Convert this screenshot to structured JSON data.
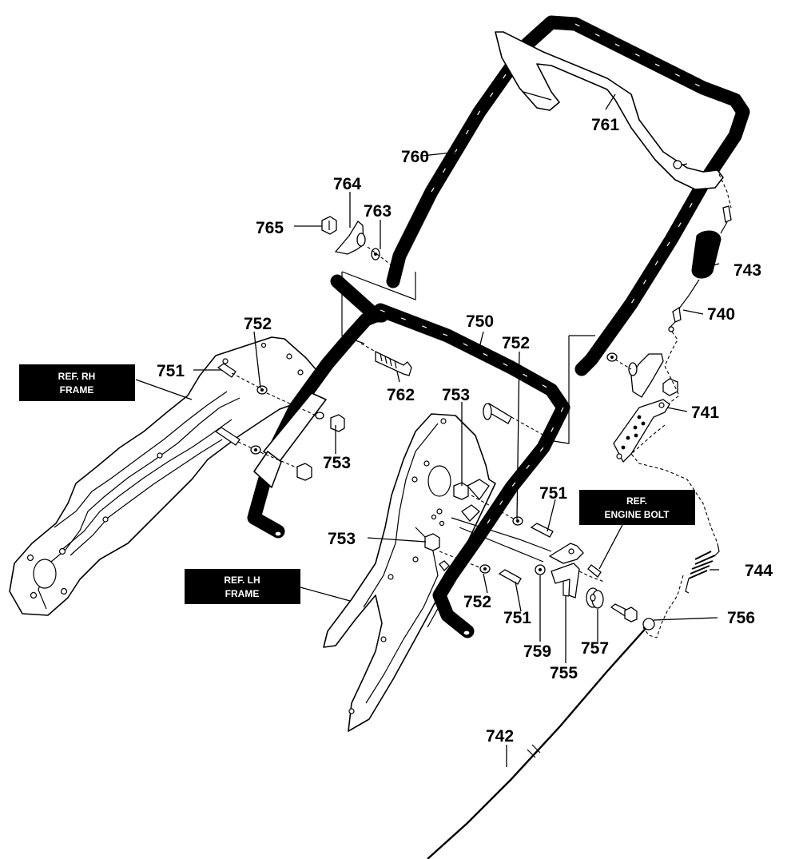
{
  "diagram": {
    "callouts": {
      "p740": "740",
      "p741": "741",
      "p742": "742",
      "p743": "743",
      "p744": "744",
      "p750": "750",
      "p751a": "751",
      "p751b": "751",
      "p751c": "751",
      "p752a": "752",
      "p752b": "752",
      "p752c": "752",
      "p753a": "753",
      "p753b": "753",
      "p753c": "753",
      "p755": "755",
      "p756": "756",
      "p757": "757",
      "p759": "759",
      "p760": "760",
      "p761": "761",
      "p762": "762",
      "p763": "763",
      "p764": "764",
      "p765": "765"
    },
    "ref_labels": {
      "rh_frame_line1": "REF. RH",
      "rh_frame_line2": "FRAME",
      "lh_frame_line1": "REF. LH",
      "lh_frame_line2": "FRAME",
      "engine_bolt_line1": "REF.",
      "engine_bolt_line2": "ENGINE BOLT"
    }
  }
}
